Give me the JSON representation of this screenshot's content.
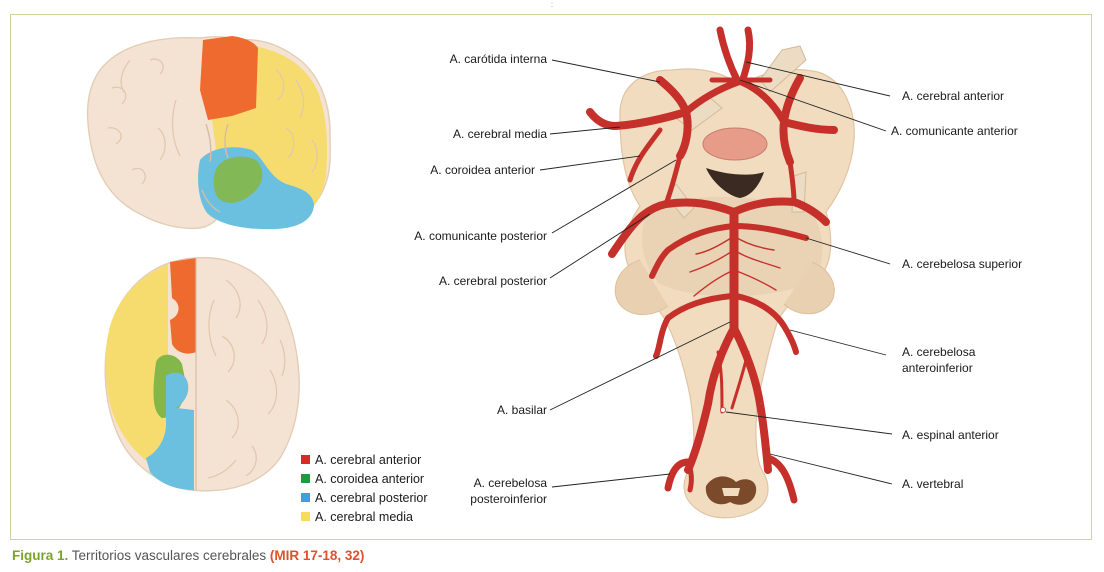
{
  "legend": [
    {
      "label": "A. cerebral anterior",
      "color": "#d62b2b"
    },
    {
      "label": "A. coroidea anterior",
      "color": "#1f9a3e"
    },
    {
      "label": "A. cerebral posterior",
      "color": "#3aa3d8"
    },
    {
      "label": "A. cerebral media",
      "color": "#f6dc5a"
    }
  ],
  "territory_colors": {
    "anterior": "#ee6a2e",
    "media": "#f6dc6e",
    "posterior": "#6cc0df",
    "coroidea": "#84b74a",
    "brain": "#f6e4d2"
  },
  "labels": {
    "carotida_interna": "A. carótida interna",
    "cerebral_media": "A. cerebral media",
    "coroidea_anterior": "A. coroidea anterior",
    "comunicante_posterior": "A. comunicante posterior",
    "cerebral_posterior": "A. cerebral posterior",
    "basilar": "A. basilar",
    "cerebelosa_pi_1": "A. cerebelosa",
    "cerebelosa_pi_2": "posteroinferior",
    "cerebral_anterior": "A. cerebral anterior",
    "comunicante_anterior": "A. comunicante anterior",
    "cerebelosa_superior": "A. cerebelosa superior",
    "cerebelosa_ai_1": "A. cerebelosa",
    "cerebelosa_ai_2": "anteroinferior",
    "espinal_anterior": "A. espinal anterior",
    "vertebral": "A. vertebral"
  },
  "caption": {
    "figure": "Figura 1.",
    "text": " Territorios vasculares cerebrales ",
    "reference": "(MIR 17-18, 32)"
  }
}
